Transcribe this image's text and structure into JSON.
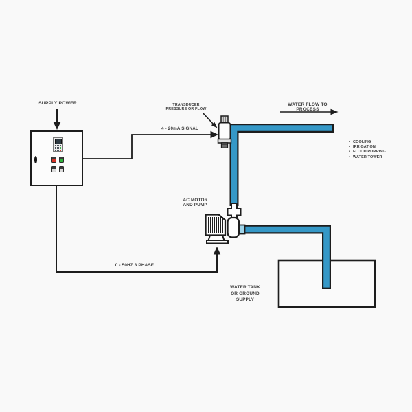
{
  "colors": {
    "background": "#f9f9f9",
    "line": "#1d1d1d",
    "pipe_blue": "#3598c7",
    "coupling_blue": "#9fd3e8",
    "text": "#3c3c3c",
    "led_red": "#d63226",
    "led_green": "#2fb43c"
  },
  "labels": {
    "supply_power": "SUPPLY POWER",
    "signal": "4 - 20mA SIGNAL",
    "transducer_line1": "TRANSDUCER",
    "transducer_line2": "PRESSURE OR FLOW",
    "water_flow": "WATER FLOW TO PROCESS",
    "motor_line1": "AC MOTOR",
    "motor_line2": "AND PUMP",
    "phase": "0 - 50HZ 3 PHASE",
    "tank_line1": "WATER TANK",
    "tank_line2": "OR GROUND",
    "tank_line3": "SUPPLY"
  },
  "process_destinations": {
    "bullet_char": "•",
    "items": [
      "COOLING",
      "IRRIGATION",
      "FLOOD PUMPING",
      "WATER TOWER"
    ]
  }
}
